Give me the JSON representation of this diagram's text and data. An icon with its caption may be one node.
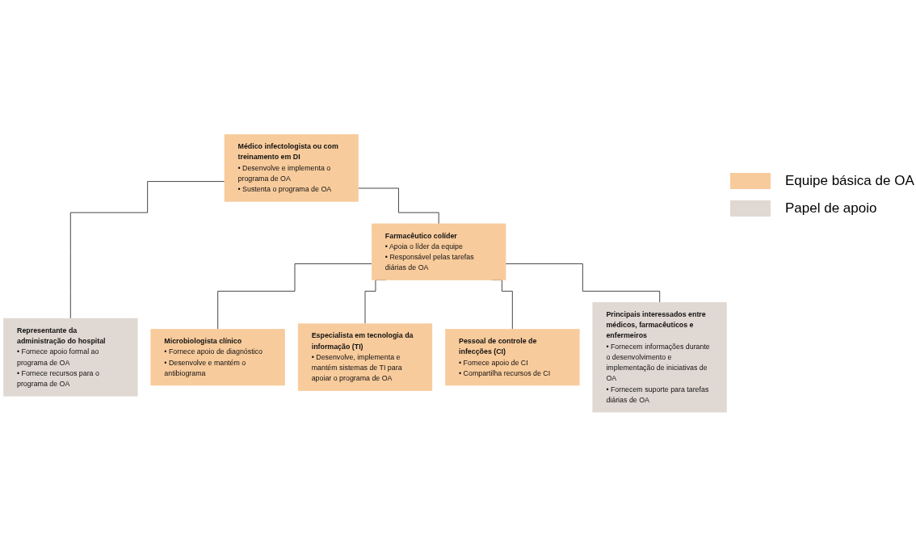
{
  "diagram": {
    "nodes": [
      {
        "text": [
          "Médico infectologista ou com treinamento em DI",
          "• Desenvolve e implementa o programa de OA",
          "• Sustenta o programa de OA"
        ]
      },
      {
        "text": [
          "Representante da administração do hospital",
          "• Fornece apoio formal ao programa de OA",
          "• Fornece recursos para o programa de OA"
        ]
      },
      {
        "text": [
          "Farmacêutico colíder",
          "• Apoia o líder da equipe",
          "• Responsável pelas tarefas diárias de OA"
        ]
      },
      {
        "text": [
          "Microbiologista clínico",
          "• Fornece apoio de diagnóstico",
          "• Desenvolve e mantém o antibiograma"
        ]
      },
      {
        "text": [
          "Especialista em tecnologia da informação (TI)",
          "• Desenvolve, implementa e mantém sistemas de TI para apoiar o programa de OA"
        ]
      },
      {
        "text": [
          "Pessoal de controle de infecções (CI)",
          "• Fornece apoio de CI",
          "• Compartilha recursos de CI"
        ]
      },
      {
        "text": [
          "Principais interessados entre médicos, farmacêuticos e enfermeiros",
          "• Fornecem informações durante o desenvolvimento e implementação de iniciativas de OA",
          "• Fornecem suporte para tarefas diárias de OA"
        ]
      }
    ],
    "edges": [
      {
        "from": 0,
        "to": 1,
        "arrow": "none"
      },
      {
        "from": 0,
        "to": 2,
        "arrow": "none"
      },
      {
        "from": 2,
        "to": 3,
        "arrow": "none"
      },
      {
        "from": 2,
        "to": 4,
        "arrow": "none"
      },
      {
        "from": 2,
        "to": 5,
        "arrow": "none"
      },
      {
        "from": 2,
        "to": 6,
        "arrow": "none"
      }
    ],
    "legend": [
      {
        "text": "Equipe básica de OA",
        "color": "#f8cb9c"
      },
      {
        "text": "Papel de apoio",
        "color": "#e0d8d2"
      }
    ]
  }
}
